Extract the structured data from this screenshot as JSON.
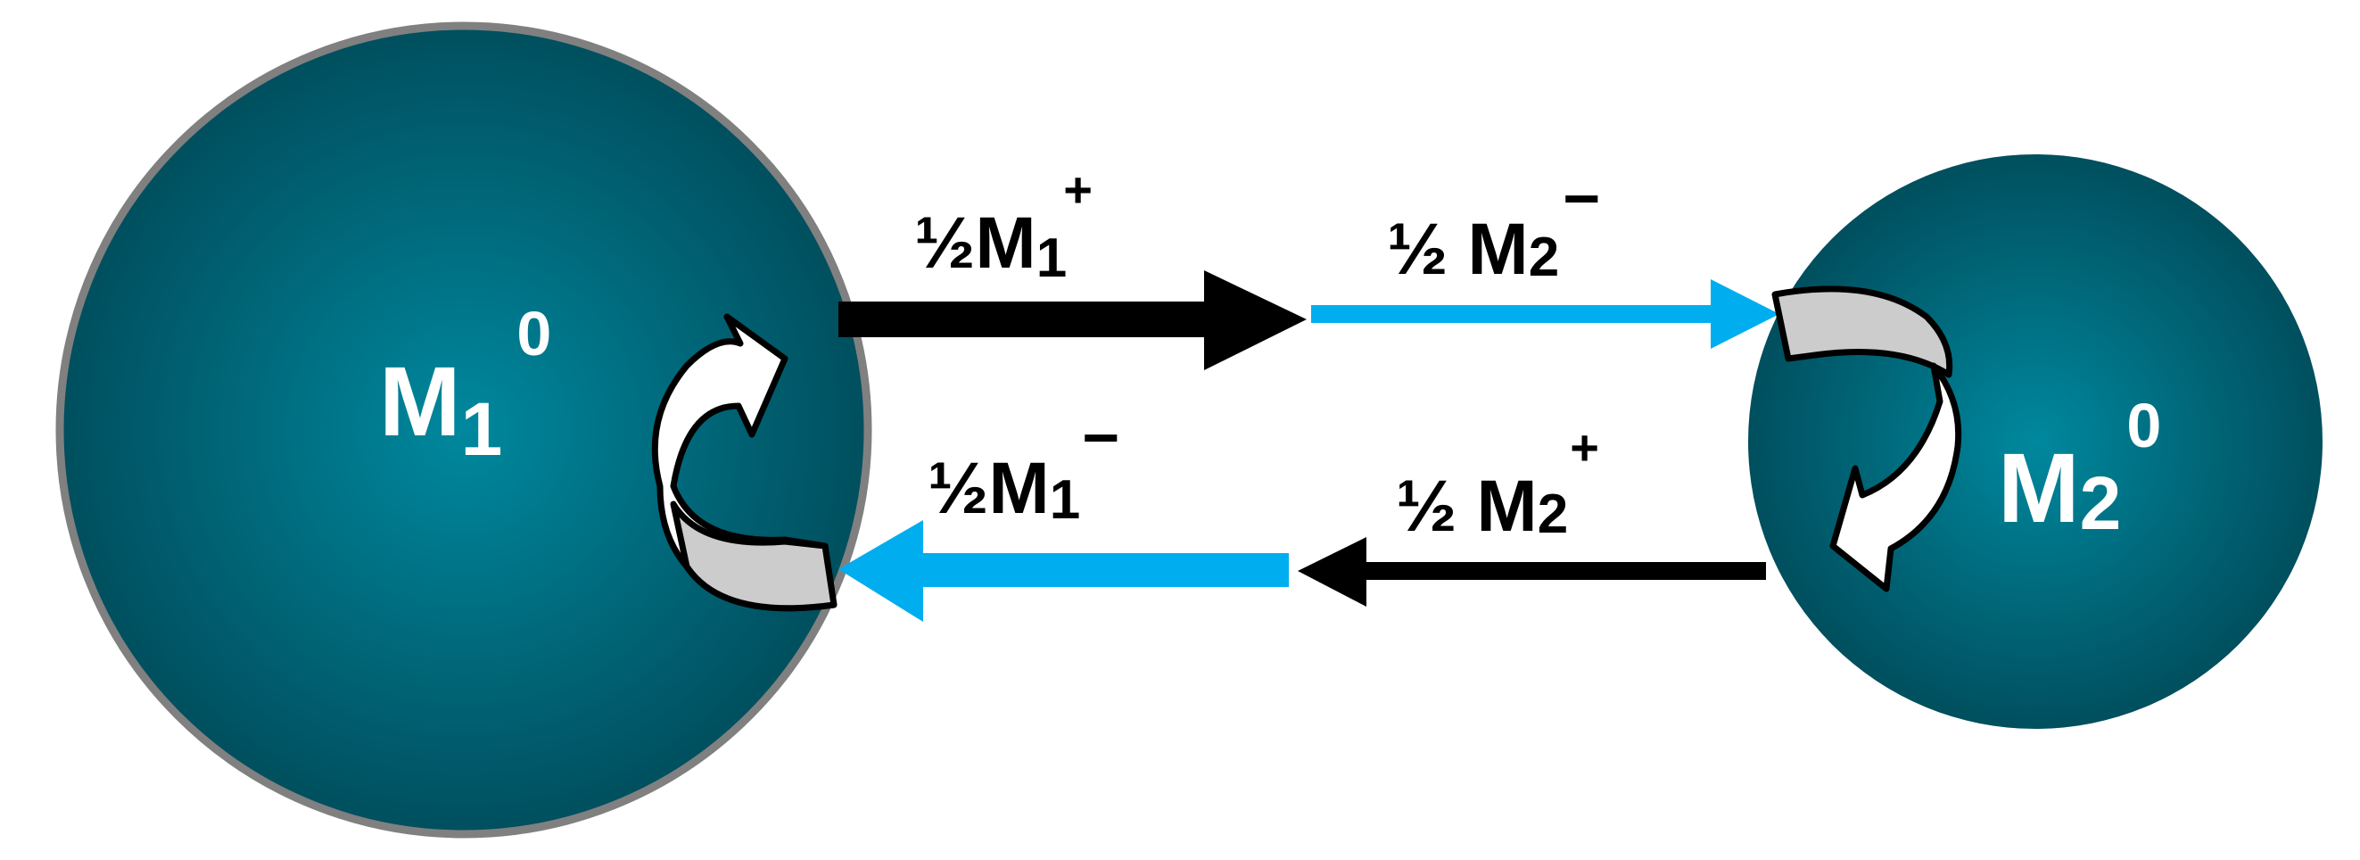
{
  "left_sphere": {
    "label": "M",
    "subscript": "1",
    "superscript": "0"
  },
  "right_sphere": {
    "label": "M",
    "subscript": "2",
    "superscript": "0"
  },
  "arrows": {
    "top_left": {
      "half": "½",
      "label": "M",
      "subscript": "1",
      "superscript": "+"
    },
    "top_right": {
      "half": "½",
      "label": "M",
      "subscript": "2",
      "superscript": "−"
    },
    "bottom_left": {
      "half": "½",
      "label": "M",
      "subscript": "1",
      "superscript": "−"
    },
    "bottom_right": {
      "half": "½",
      "label": "M",
      "subscript": "2",
      "superscript": "+"
    }
  },
  "colors": {
    "sphere_center": "#00889e",
    "sphere_edge": "#004f5e",
    "sphere_outline": "#808080",
    "black_arrow": "#000000",
    "blue_arrow": "#00aeef",
    "curl_arrow_fill": "#cccccc"
  }
}
